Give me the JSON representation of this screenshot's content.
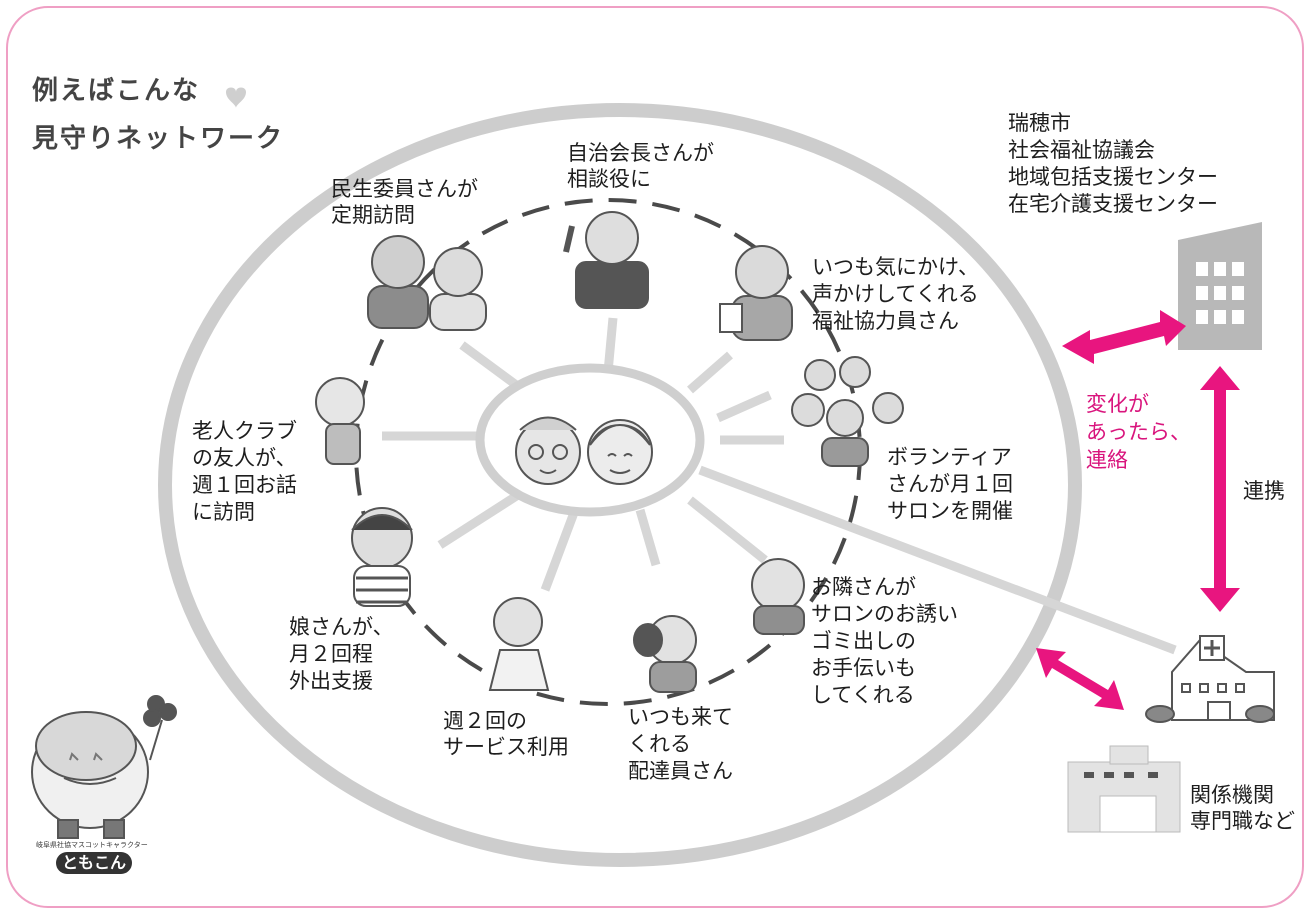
{
  "heading": {
    "line1": "例えばこんな",
    "line2": "見守りネットワーク"
  },
  "people": {
    "jichikai": "自治会長さんが\n相談役に",
    "minsei": "民生委員さんが\n定期訪問",
    "fukushi": "いつも気にかけ、\n声かけしてくれる\n福祉協力員さん",
    "volunteer": "ボランティア\nさんが月１回\nサロンを開催",
    "neighbor": "お隣さんが\nサロンのお誘い\nゴミ出しの\nお手伝いも\nしてくれる",
    "delivery": "いつも来て\nくれる\n配達員さん",
    "service": "週２回の\nサービス利用",
    "daughter": "娘さんが、\n月２回程\n外出支援",
    "roujin": "老人クラブ\nの友人が、\n週１回お話\nに訪問"
  },
  "right": {
    "org": "瑞穂市\n社会福祉協議会\n地域包括支援センター\n在宅介護支援センター",
    "change": "変化が\nあったら、\n連絡",
    "renkei": "連携",
    "agencies": "関係機関\n専門職など"
  },
  "mascot": {
    "caption": "岐阜県社協マスコットキャラクター",
    "name": "ともこん"
  },
  "colors": {
    "frame": "#ef9fc4",
    "arrow": "#e8157f",
    "circle": "#cfcfcf",
    "dash": "#444444"
  }
}
